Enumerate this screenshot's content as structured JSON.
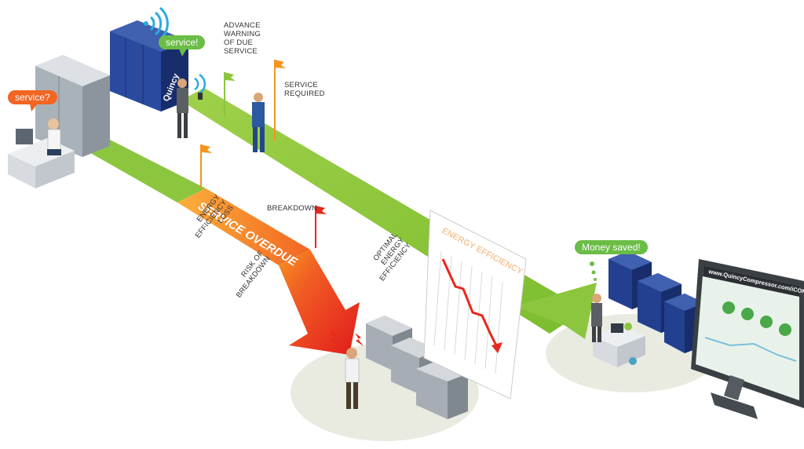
{
  "labels": {
    "advance_warning": [
      "ADVANCE",
      "WARNING",
      "OF DUE",
      "SERVICE"
    ],
    "service_required": [
      "SERVICE",
      "REQUIRED"
    ],
    "breakdown": "BREAKDOWN",
    "service_overdue": "SERVICE OVERDUE",
    "energy_efficiency_loss": [
      "ENERGY",
      "EFFICIENCY",
      "LOSS"
    ],
    "risk_of_breakdown": [
      "RISK OF",
      "BREAKDOWN"
    ],
    "optimal_energy_efficiency": [
      "OPTIMAL",
      "ENERGY",
      "EFFICIENCY"
    ],
    "energy_efficiency_chart_title": "ENERGY EFFICIENCY",
    "brand": "Quincy",
    "monitor_url": "www.QuincyCompressor.com/iCONS"
  },
  "bubbles": {
    "service_question": "service?",
    "service_alert": "service!",
    "money_saved": "Money saved!"
  },
  "colors": {
    "green_path": "#8cc63f",
    "orange_overdue": "#f7931e",
    "red_breakdown": "#e8281c",
    "compressor_blue": "#1e3a8a",
    "gray_compressor": "#9aa3ab",
    "bubble_orange": "#f26522",
    "bubble_green": "#6abd45"
  },
  "icons": [
    "wifi-icon",
    "flag-icon",
    "lightning-icon",
    "pie-chart-icon"
  ]
}
